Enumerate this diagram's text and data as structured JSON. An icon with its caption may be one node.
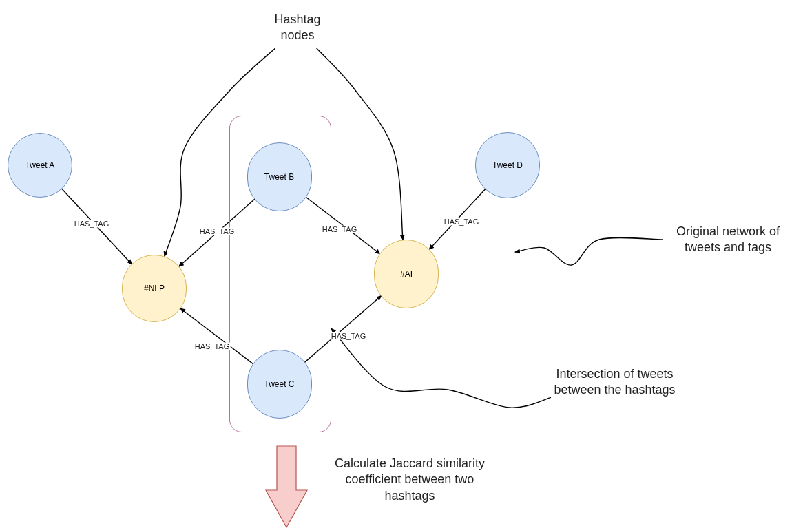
{
  "diagram": {
    "nodes": [
      {
        "text": [
          "Hashtag nodes"
        ]
      },
      {
        "text": [
          "Tweet A"
        ]
      },
      {
        "text": [],
        "shape": "box"
      },
      {
        "text": [
          "Tweet B"
        ],
        "in": 2
      },
      {
        "text": [
          "Tweet D"
        ]
      },
      {
        "text": [
          "Original network of tweets and tags"
        ]
      },
      {
        "text": [
          "#NLP"
        ]
      },
      {
        "text": [
          "#AI"
        ]
      },
      {
        "text": [
          "Tweet C"
        ],
        "in": 2
      },
      {
        "text": [
          "Intersection of tweets between the hashtags"
        ]
      },
      {
        "text": [],
        "shape": "arrow",
        "beside": [
          "Calculate Jaccard similarity coefficient between two hashtags"
        ]
      }
    ],
    "edges": [
      {
        "from": 0,
        "to": 6,
        "arrow": "to"
      },
      {
        "from": 0,
        "to": 7,
        "arrow": "to"
      },
      {
        "from": 1,
        "to": 6,
        "arrow": "to",
        "label": "HAS_TAG"
      },
      {
        "from": 3,
        "to": 6,
        "arrow": "to",
        "label": "HAS_TAG"
      },
      {
        "from": 3,
        "to": 7,
        "arrow": "to",
        "label": "HAS_TAG"
      },
      {
        "from": 4,
        "to": 7,
        "arrow": "to",
        "label": "HAS_TAG"
      },
      {
        "from": 8,
        "to": 6,
        "arrow": "to",
        "label": "HAS_TAG"
      },
      {
        "from": 8,
        "to": 7,
        "arrow": "to",
        "label": "HAS_TAG"
      },
      {
        "from": 5,
        "to": null,
        "arrow": "to"
      },
      {
        "from": 9,
        "to": 2,
        "arrow": "to"
      }
    ]
  }
}
